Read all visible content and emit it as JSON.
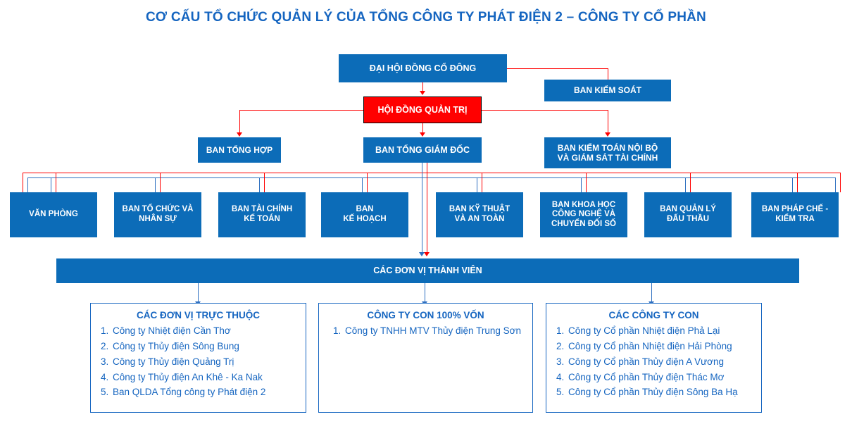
{
  "title": "CƠ CẤU TỔ CHỨC QUẢN LÝ CỦA TỔNG CÔNG TY PHÁT ĐIỆN 2 – CÔNG TY CỔ PHẦN",
  "colors": {
    "blue": "#0c6cb8",
    "red": "#ff0000",
    "text_blue": "#1565c0",
    "connector_blue": "#2e6fc0"
  },
  "nodes": {
    "shareholders_meeting": "ĐẠI HỘI ĐỒNG CỔ ĐÔNG",
    "supervisory_board": "BAN KIỂM SOÁT",
    "board_of_directors": "HỘI ĐỒNG QUẢN TRỊ",
    "general_affairs": "BAN TỔNG HỢP",
    "general_management": "BAN TỔNG GIÁM ĐỐC",
    "internal_audit": "BAN KIỂM TOÁN NỘI BỘ\nVÀ GIÁM SÁT TÀI CHÍNH",
    "internal_audit_l1": "BAN KIỂM TOÁN NỘI BỘ",
    "internal_audit_l2": "VÀ GIÁM SÁT TÀI CHÍNH",
    "member_units_bar": "CÁC ĐƠN VỊ THÀNH VIÊN"
  },
  "departments": [
    {
      "l1": "VĂN PHÒNG",
      "l2": "",
      "l3": ""
    },
    {
      "l1": "BAN TỔ CHỨC VÀ",
      "l2": "NHÂN SỰ",
      "l3": ""
    },
    {
      "l1": "BAN TÀI CHÍNH",
      "l2": "KẾ TOÁN",
      "l3": ""
    },
    {
      "l1": "BAN",
      "l2": "KẾ HOẠCH",
      "l3": ""
    },
    {
      "l1": "BAN KỸ THUẬT",
      "l2": "VÀ AN TOÀN",
      "l3": ""
    },
    {
      "l1": "BAN KHOA HỌC",
      "l2": "CÔNG NGHỆ VÀ",
      "l3": "CHUYỂN ĐỔI SỐ"
    },
    {
      "l1": "BAN QUẢN LÝ",
      "l2": "ĐẤU THẦU",
      "l3": ""
    },
    {
      "l1": "BAN PHÁP CHẾ -",
      "l2": "KIỂM TRA",
      "l3": ""
    }
  ],
  "panels": [
    {
      "heading": "CÁC ĐƠN VỊ TRỰC THUỘC",
      "items": [
        "Công ty Nhiệt điện Cần Thơ",
        "Công ty Thủy điện Sông Bung",
        "Công ty Thủy điện Quảng Trị",
        "Công ty Thủy điện An Khê -  Ka Nak",
        "Ban QLDA Tổng công ty Phát điện 2"
      ]
    },
    {
      "heading": "CÔNG TY CON 100% VỐN",
      "items": [
        "Công ty TNHH MTV Thủy điện Trung Sơn"
      ]
    },
    {
      "heading": "CÁC CÔNG TY CON",
      "items": [
        "Công ty Cổ phần Nhiệt điện Phả Lại",
        "Công ty Cổ phần Nhiệt điện Hải Phòng",
        "Công ty Cổ phần Thủy điện A Vương",
        "Công ty Cổ phần Thủy điện Thác Mơ",
        "Công ty Cổ phần Thủy điện Sông Ba Hạ"
      ]
    }
  ]
}
